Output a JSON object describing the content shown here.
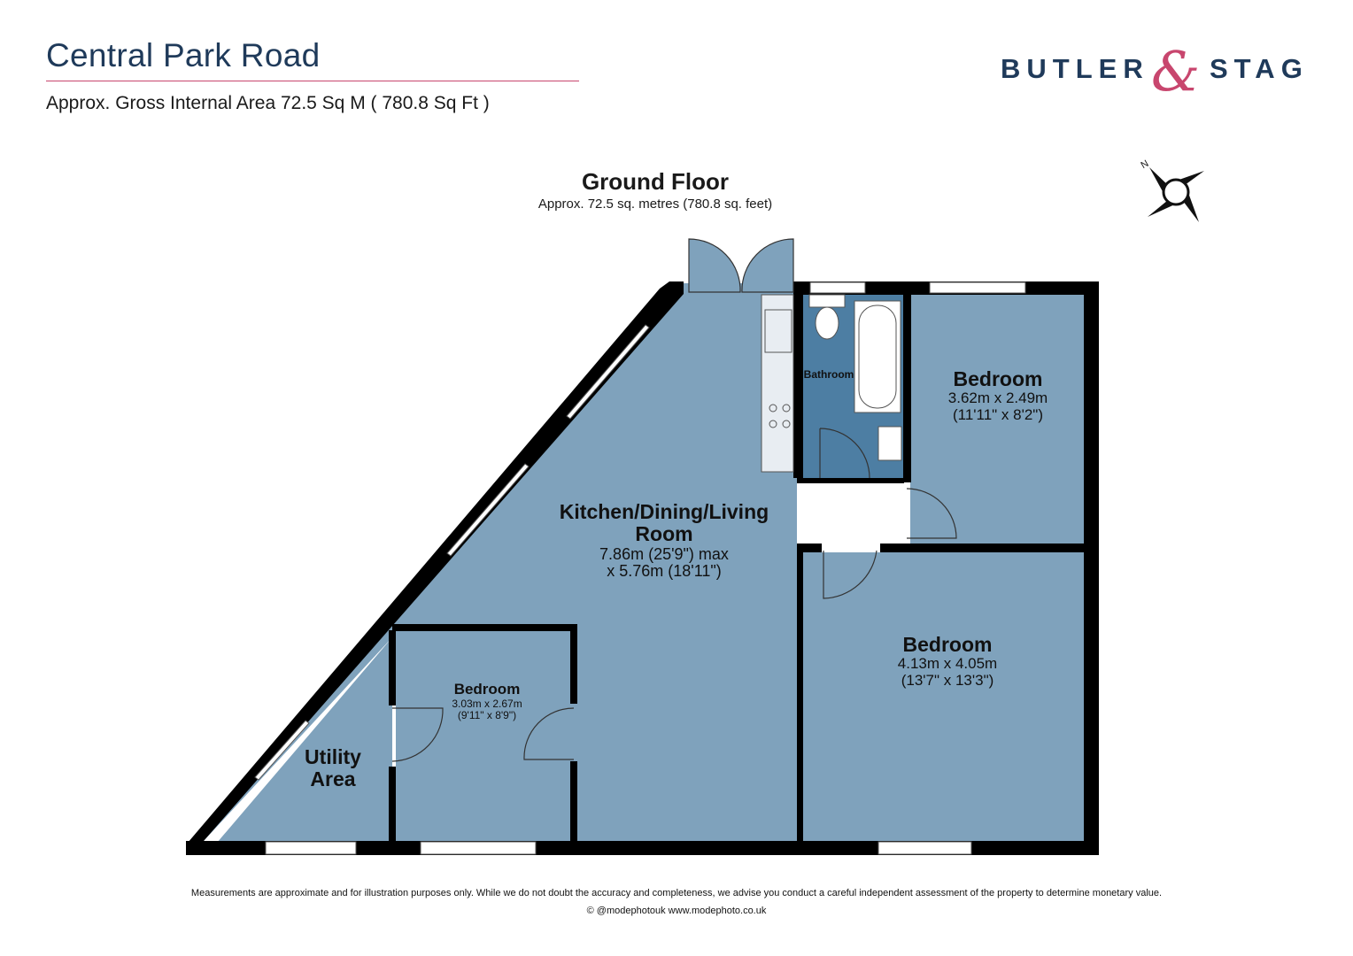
{
  "header": {
    "title": "Central Park Road",
    "subtitle": "Approx. Gross Internal Area 72.5 Sq M ( 780.8 Sq Ft )"
  },
  "brand": {
    "left_word": "BUTLER",
    "ampersand": "&",
    "right_word": "STAG",
    "color_primary": "#1f3a5a",
    "color_accent": "#c8466e"
  },
  "floor": {
    "name": "Ground Floor",
    "area": "Approx. 72.5 sq. metres (780.8 sq. feet)"
  },
  "compass": {
    "label": "N",
    "icon": "compass-icon"
  },
  "rooms": {
    "kitchen": {
      "name_line1": "Kitchen/Dining/Living",
      "name_line2": "Room",
      "dim_line1": "7.86m (25'9\") max",
      "dim_line2": "x 5.76m (18'11\")"
    },
    "bathroom": {
      "name": "Bathroom"
    },
    "bedroom_top": {
      "name": "Bedroom",
      "dim_metric": "3.62m x 2.49m",
      "dim_imperial": "(11'11\" x 8'2\")"
    },
    "bedroom_large": {
      "name": "Bedroom",
      "dim_metric": "4.13m x 4.05m",
      "dim_imperial": "(13'7\" x 13'3\")"
    },
    "bedroom_small": {
      "name": "Bedroom",
      "dim_metric": "3.03m x 2.67m",
      "dim_imperial": "(9'11\" x 8'9\")"
    },
    "utility": {
      "name_line1": "Utility",
      "name_line2": "Area"
    }
  },
  "colors": {
    "room_fill": "#7fa2bc",
    "bathroom_fill": "#4d7ea3",
    "wall": "#000000"
  },
  "footer": {
    "disclaimer": "Measurements are approximate and for illustration purposes only.  While we do not doubt the accuracy and completeness, we advise you conduct a careful independent assessment of the property to determine monetary value.",
    "credit": "© @modephotouk www.modephoto.co.uk"
  }
}
